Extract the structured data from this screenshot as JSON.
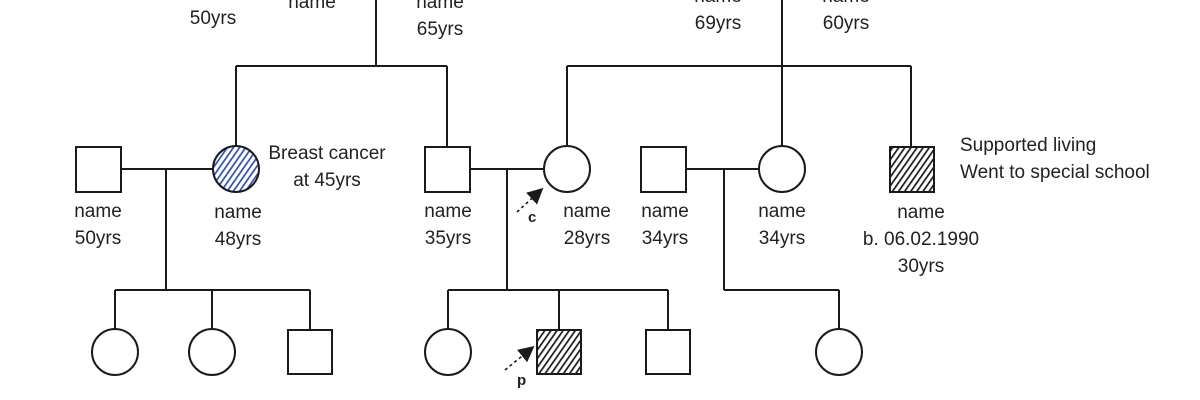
{
  "colors": {
    "line": "#1a1a1a",
    "affected_blue": "#2f4fa8",
    "affected_black": "#1a1a1a"
  },
  "individuals": {
    "g1_left_female": {
      "age": "50yrs"
    },
    "g1_left_male": {
      "name": "name"
    },
    "g1_female_mid": {
      "name": "name",
      "age": "65yrs"
    },
    "g1_male_right": {
      "name": "name",
      "age": "69yrs"
    },
    "g1_female_right": {
      "name": "name",
      "age": "60yrs"
    },
    "g2_male_1": {
      "name": "name",
      "age": "50yrs"
    },
    "g2_female_1": {
      "name": "name",
      "age": "48yrs",
      "note_line1": "Breast cancer",
      "note_line2": "at 45yrs"
    },
    "g2_male_2": {
      "name": "name",
      "age": "35yrs"
    },
    "g2_female_2": {
      "name": "name",
      "age": "28yrs"
    },
    "g2_male_3": {
      "name": "name",
      "age": "34yrs"
    },
    "g2_female_3": {
      "name": "name",
      "age": "34yrs"
    },
    "g2_male_4": {
      "name": "name",
      "birth": "b. 06.02.1990",
      "age": "30yrs",
      "note_line1": "Supported living",
      "note_line2": "Went to special school"
    }
  },
  "markers": {
    "consultand": "c",
    "proband": "p"
  }
}
